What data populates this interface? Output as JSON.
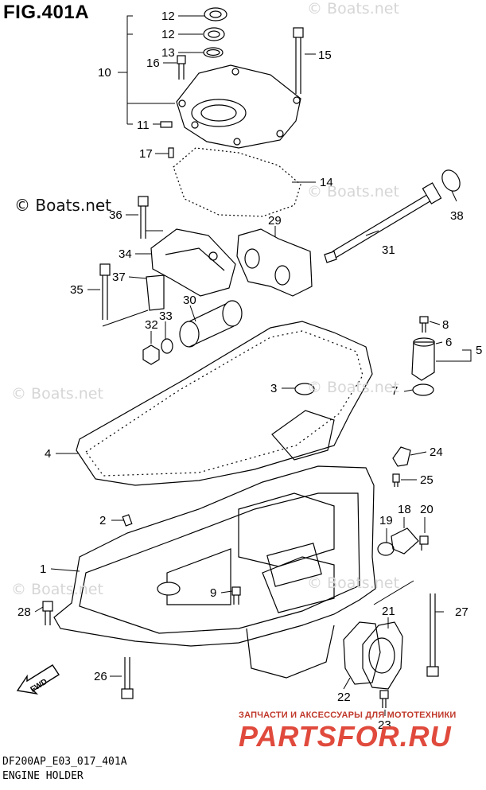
{
  "figure": {
    "title": "FIG.401A",
    "code": "DF200AP_E03_017_401A",
    "name": "ENGINE HOLDER"
  },
  "watermarks": {
    "main": "© Boats.net",
    "faint": "© Boats.net"
  },
  "brand": {
    "subtitle": "ЗАПЧАСТИ И АКСЕССУАРЫ ДЛЯ МОТОТЕХНИКИ",
    "logo": "PARTSFOR.RU"
  },
  "fwd_label": "FWD",
  "callouts": [
    "1",
    "2",
    "3",
    "4",
    "5",
    "6",
    "7",
    "8",
    "9",
    "10",
    "11",
    "12",
    "12",
    "13",
    "14",
    "15",
    "16",
    "17",
    "18",
    "19",
    "20",
    "21",
    "22",
    "23",
    "24",
    "25",
    "26",
    "27",
    "28",
    "29",
    "30",
    "31",
    "32",
    "33",
    "34",
    "35",
    "36",
    "37",
    "38"
  ]
}
